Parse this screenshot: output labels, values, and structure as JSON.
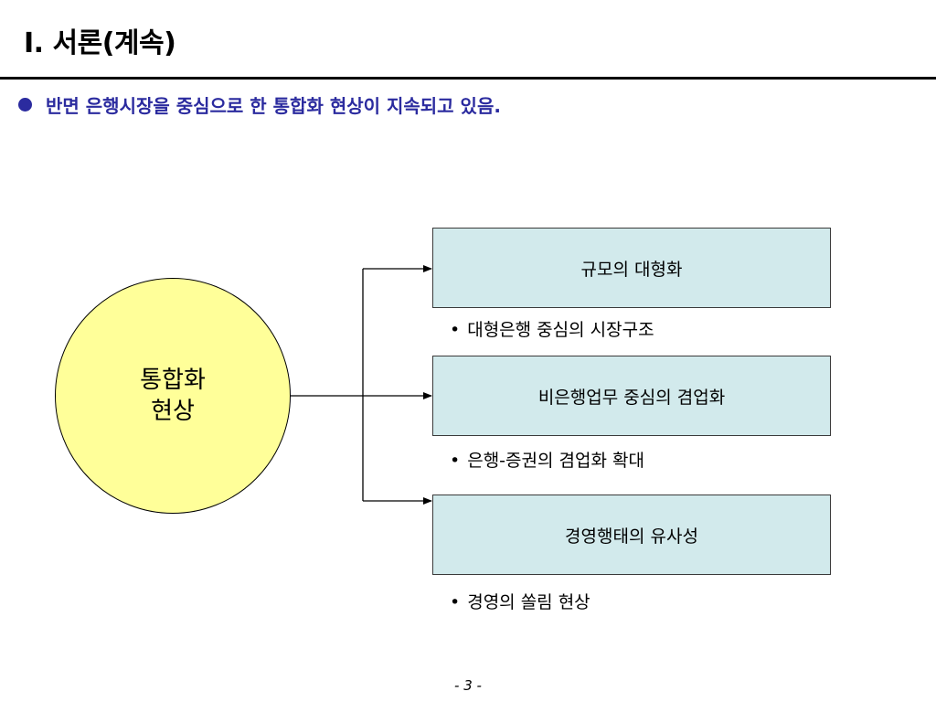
{
  "title": "Ⅰ. 서론(계속)",
  "main_bullet": "반면 은행시장을 중심으로 한 통합화 현상이 지속되고 있음.",
  "center_node": {
    "line1": "통합화",
    "line2": "현상"
  },
  "boxes": [
    {
      "label": "규모의 대형화",
      "sub": "대형은행 중심의 시장구조"
    },
    {
      "label": "비은행업무 중심의 겸업화",
      "sub": "은행-증권의 겸업화 확대"
    },
    {
      "label": "경영행태의 유사성",
      "sub": "경영의 쏠림 현상"
    }
  ],
  "bullet_char": "•",
  "page_number": "- 3 -",
  "colors": {
    "bullet_text": "#2b2b9f",
    "circle_fill": "#ffff99",
    "box_fill": "#d2eaec"
  }
}
